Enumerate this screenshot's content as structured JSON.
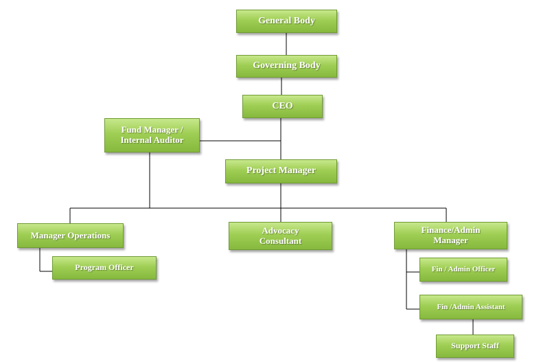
{
  "org_chart": {
    "general_body": "General Body",
    "governing_body": "Governing Body",
    "ceo": "CEO",
    "fund_manager": "Fund Manager /\nInternal Auditor",
    "project_manager": "Project Manager",
    "manager_operations": "Manager Operations",
    "advocacy_consultant": "Advocacy\nConsultant",
    "finance_admin_manager": "Finance/Admin\nManager",
    "program_officer": "Program Officer",
    "fin_admin_officer": "Fin / Admin Officer",
    "fin_admin_assistant": "Fin /Admin Assistant",
    "support_staff": "Support Staff"
  }
}
